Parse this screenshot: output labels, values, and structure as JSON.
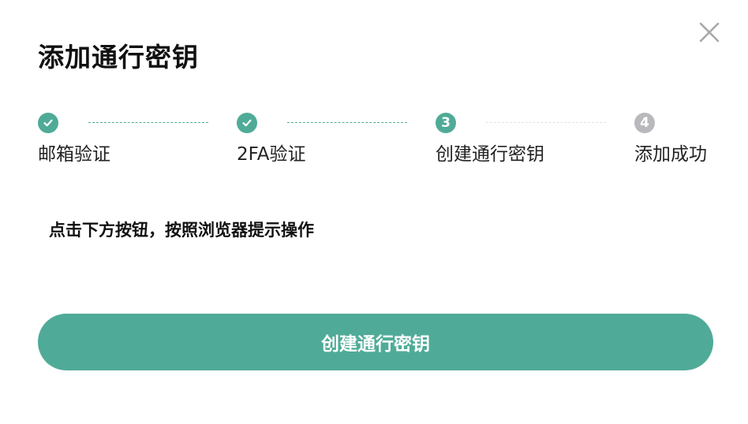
{
  "dialog": {
    "title": "添加通行密钥",
    "close_icon": "close-icon"
  },
  "steps": [
    {
      "label": "邮箱验证",
      "status": "completed",
      "marker": "",
      "icon": "check-icon"
    },
    {
      "label": "2FA验证",
      "status": "completed",
      "marker": "",
      "icon": "check-icon"
    },
    {
      "label": "创建通行密钥",
      "status": "current",
      "marker": "3",
      "icon": ""
    },
    {
      "label": "添加成功",
      "status": "pending",
      "marker": "4",
      "icon": ""
    }
  ],
  "instruction": "点击下方按钮，按照浏览器提示操作",
  "primary_button": {
    "label": "创建通行密钥"
  },
  "colors": {
    "accent": "#4fab97",
    "pending": "#b9b9bd",
    "close": "#a9a9a9",
    "text": "#111111"
  }
}
